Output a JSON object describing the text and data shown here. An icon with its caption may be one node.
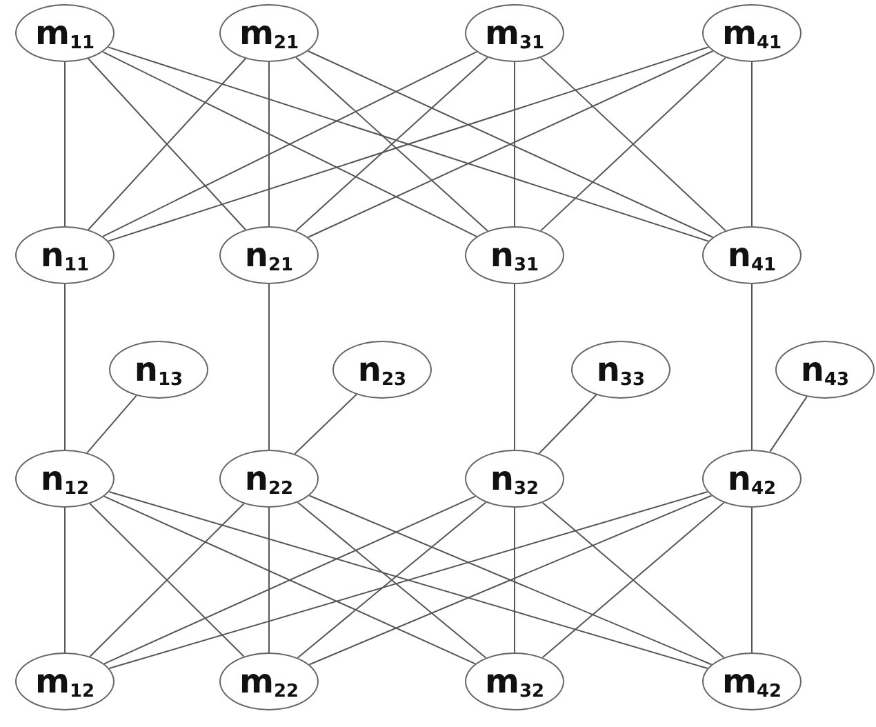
{
  "diagram": {
    "nodes": [
      {
        "text": [
          "m$_{11}$"
        ]
      },
      {
        "text": [
          "m$_{21}$"
        ]
      },
      {
        "text": [
          "m$_{31}$"
        ]
      },
      {
        "text": [
          "m$_{41}$"
        ]
      },
      {
        "text": [
          "n$_{11}$"
        ]
      },
      {
        "text": [
          "n$_{21}$"
        ]
      },
      {
        "text": [
          "n$_{31}$"
        ]
      },
      {
        "text": [
          "n$_{41}$"
        ]
      },
      {
        "text": [
          "n$_{13}$"
        ]
      },
      {
        "text": [
          "n$_{23}$"
        ]
      },
      {
        "text": [
          "n$_{33}$"
        ]
      },
      {
        "text": [
          "n$_{43}$"
        ]
      },
      {
        "text": [
          "n$_{12}$"
        ]
      },
      {
        "text": [
          "n$_{22}$"
        ]
      },
      {
        "text": [
          "n$_{32}$"
        ]
      },
      {
        "text": [
          "n$_{42}$"
        ]
      },
      {
        "text": [
          "m$_{12}$"
        ]
      },
      {
        "text": [
          "m$_{22}$"
        ]
      },
      {
        "text": [
          "m$_{32}$"
        ]
      },
      {
        "text": [
          "m$_{42}$"
        ]
      }
    ],
    "edges": [
      {
        "from": 0,
        "to": 4,
        "arrow": "none"
      },
      {
        "from": 0,
        "to": 5,
        "arrow": "none"
      },
      {
        "from": 0,
        "to": 6,
        "arrow": "none"
      },
      {
        "from": 0,
        "to": 7,
        "arrow": "none"
      },
      {
        "from": 1,
        "to": 4,
        "arrow": "none"
      },
      {
        "from": 1,
        "to": 5,
        "arrow": "none"
      },
      {
        "from": 1,
        "to": 6,
        "arrow": "none"
      },
      {
        "from": 1,
        "to": 7,
        "arrow": "none"
      },
      {
        "from": 2,
        "to": 4,
        "arrow": "none"
      },
      {
        "from": 2,
        "to": 5,
        "arrow": "none"
      },
      {
        "from": 2,
        "to": 6,
        "arrow": "none"
      },
      {
        "from": 2,
        "to": 7,
        "arrow": "none"
      },
      {
        "from": 3,
        "to": 4,
        "arrow": "none"
      },
      {
        "from": 3,
        "to": 5,
        "arrow": "none"
      },
      {
        "from": 3,
        "to": 6,
        "arrow": "none"
      },
      {
        "from": 3,
        "to": 7,
        "arrow": "none"
      },
      {
        "from": 4,
        "to": 12,
        "arrow": "none"
      },
      {
        "from": 5,
        "to": 13,
        "arrow": "none"
      },
      {
        "from": 6,
        "to": 14,
        "arrow": "none"
      },
      {
        "from": 7,
        "to": 15,
        "arrow": "none"
      },
      {
        "from": 8,
        "to": 12,
        "arrow": "none"
      },
      {
        "from": 9,
        "to": 13,
        "arrow": "none"
      },
      {
        "from": 10,
        "to": 14,
        "arrow": "none"
      },
      {
        "from": 11,
        "to": 15,
        "arrow": "none"
      },
      {
        "from": 12,
        "to": 16,
        "arrow": "none"
      },
      {
        "from": 12,
        "to": 17,
        "arrow": "none"
      },
      {
        "from": 12,
        "to": 18,
        "arrow": "none"
      },
      {
        "from": 12,
        "to": 19,
        "arrow": "none"
      },
      {
        "from": 13,
        "to": 16,
        "arrow": "none"
      },
      {
        "from": 13,
        "to": 17,
        "arrow": "none"
      },
      {
        "from": 13,
        "to": 18,
        "arrow": "none"
      },
      {
        "from": 13,
        "to": 19,
        "arrow": "none"
      },
      {
        "from": 14,
        "to": 16,
        "arrow": "none"
      },
      {
        "from": 14,
        "to": 17,
        "arrow": "none"
      },
      {
        "from": 14,
        "to": 18,
        "arrow": "none"
      },
      {
        "from": 14,
        "to": 19,
        "arrow": "none"
      },
      {
        "from": 15,
        "to": 16,
        "arrow": "none"
      },
      {
        "from": 15,
        "to": 17,
        "arrow": "none"
      },
      {
        "from": 15,
        "to": 18,
        "arrow": "none"
      },
      {
        "from": 15,
        "to": 19,
        "arrow": "none"
      }
    ]
  }
}
